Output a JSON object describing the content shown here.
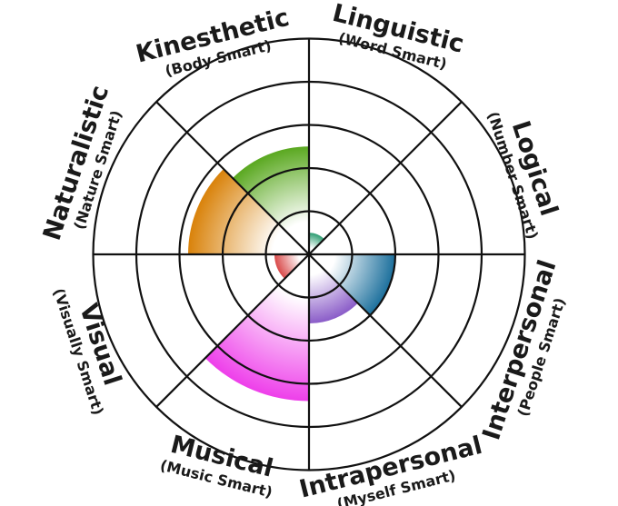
{
  "wheel": {
    "rings": 5,
    "sectors": [
      {
        "id": "linguistic",
        "title": "Linguistic",
        "subtitle": "(Word Smart)",
        "level": 0.5,
        "color": "#2f9e73",
        "side": "top"
      },
      {
        "id": "logical",
        "title": "Logical",
        "subtitle": "(Number Smart)",
        "level": 0,
        "color": "#e0b000",
        "side": "right"
      },
      {
        "id": "interpersonal",
        "title": "Interpersonal",
        "subtitle": "(People Smart)",
        "level": 2,
        "color": "#1b6f9c",
        "side": "right"
      },
      {
        "id": "intrapersonal",
        "title": "Intrapersonal",
        "subtitle": "(Myself Smart)",
        "level": 1.6,
        "color": "#8a5cc8",
        "side": "bottom"
      },
      {
        "id": "musical",
        "title": "Musical",
        "subtitle": "(Music Smart)",
        "level": 3.4,
        "color": "#ee3fea",
        "side": "bottom"
      },
      {
        "id": "visual",
        "title": "Visual",
        "subtitle": "(Visually Smart)",
        "level": 0.8,
        "color": "#d94a4a",
        "side": "left"
      },
      {
        "id": "naturalistic",
        "title": "Naturalistic",
        "subtitle": "(Nature Smart)",
        "level": 2.8,
        "color": "#d9820a",
        "side": "left"
      },
      {
        "id": "kinesthetic",
        "title": "Kinesthetic",
        "subtitle": "(Body Smart)",
        "level": 2.5,
        "color": "#5aa820",
        "side": "top"
      }
    ]
  }
}
